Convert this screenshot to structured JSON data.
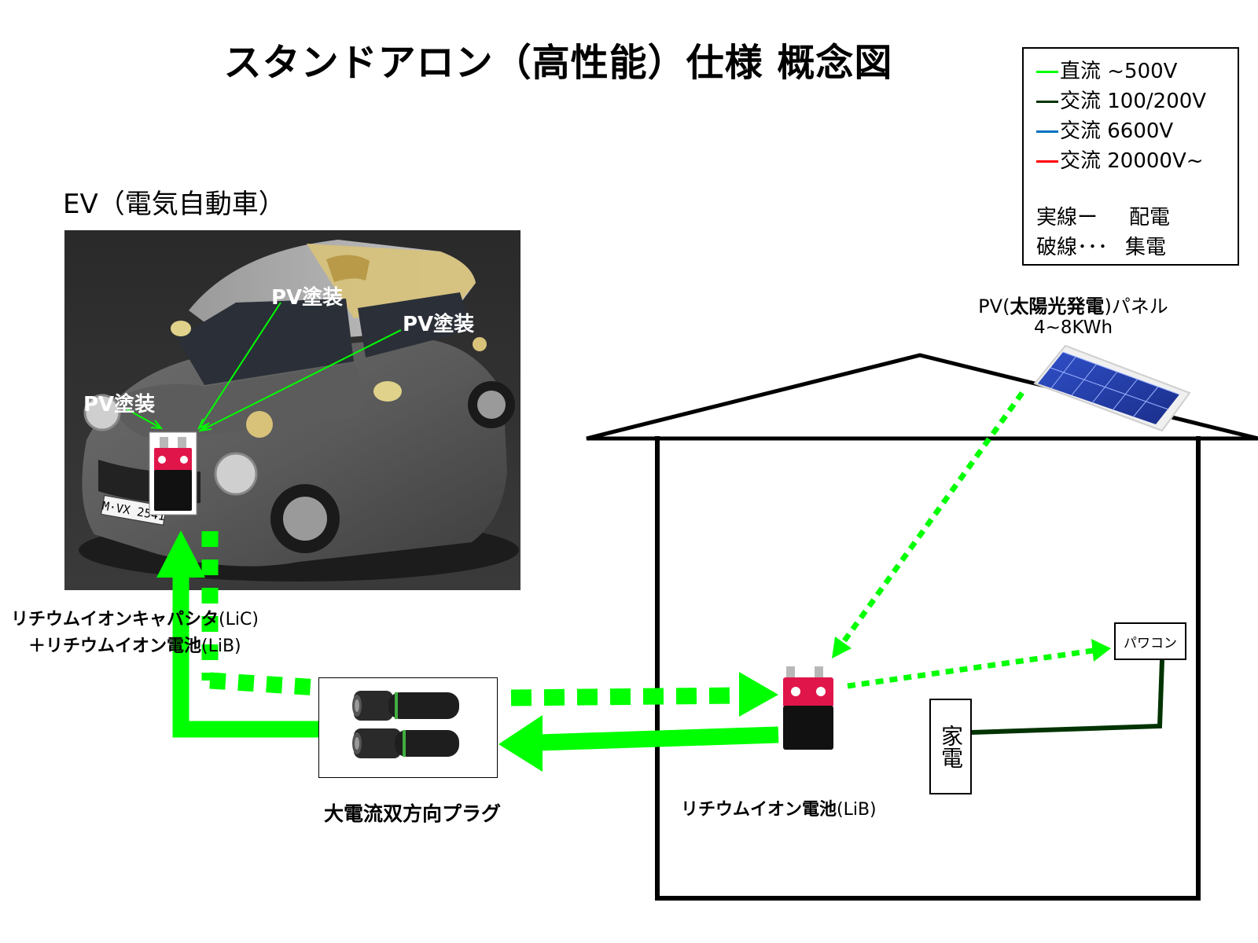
{
  "title": "スタンドアロン（高性能）仕様 概念図",
  "ev": {
    "heading": "EV（電気自動車）",
    "pv_paint_labels": [
      "PV塗装",
      "PV塗装",
      "PV塗装"
    ],
    "plate_text": "M·VX 2541",
    "battery_caption_line1_bold": "リチウムイオンキャパシタ",
    "battery_caption_line1_rest": "(LiC)",
    "battery_caption_line2_bold": "＋リチウムイオン電池",
    "battery_caption_line2_rest": "(LiB)"
  },
  "legend": {
    "items": [
      {
        "label": "直流 ~500V",
        "color": "#00ff00"
      },
      {
        "label": "交流 100/200V",
        "color": "#003300"
      },
      {
        "label": "交流 6600V",
        "color": "#0070c0"
      },
      {
        "label": "交流 20000V~",
        "color": "#ff0000"
      }
    ],
    "solid_line": {
      "label": "実線ー",
      "meaning": "配電"
    },
    "dashed_line": {
      "label": "破線･･･",
      "meaning": "集電"
    }
  },
  "pv_panel": {
    "label_prefix": "PV(",
    "label_bold": "太陽光発電",
    "label_suffix": ")パネル",
    "capacity": "4~8KWh"
  },
  "plug": {
    "caption": "大電流双方向プラグ"
  },
  "house_battery": {
    "caption_bold": "リチウムイオン電池",
    "caption_rest": "(LiB)"
  },
  "power_conditioner": {
    "label": "パワコン"
  },
  "appliances": {
    "label": "家電"
  },
  "colors": {
    "dc_line": "#00ff00",
    "ac_home_line": "#003300"
  }
}
